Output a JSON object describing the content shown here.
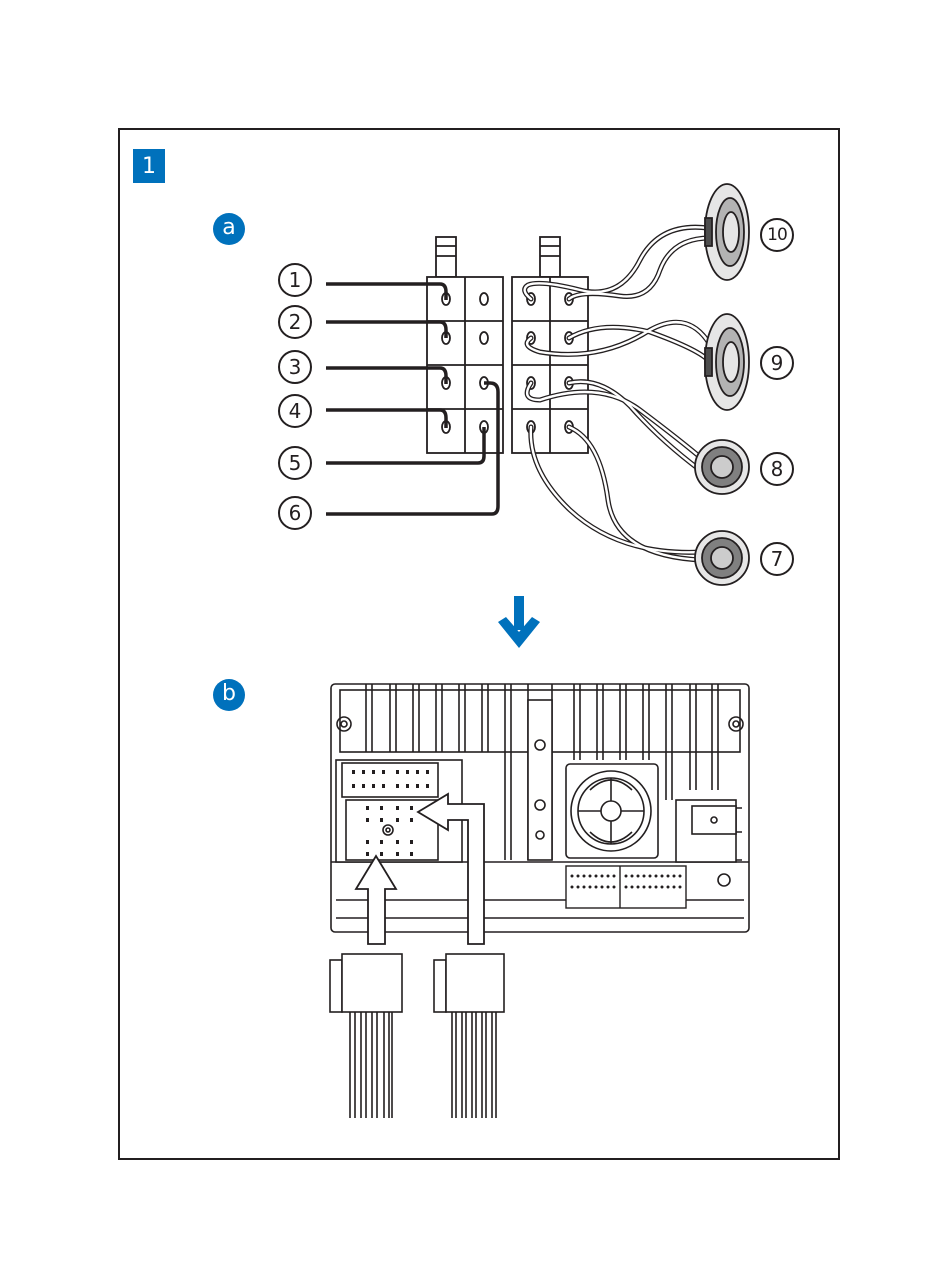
{
  "figure": {
    "number": "1",
    "accent_color": "#0071bc"
  },
  "sections": [
    {
      "label": "a"
    },
    {
      "label": "b"
    }
  ],
  "callouts": [
    "1",
    "2",
    "3",
    "4",
    "5",
    "6",
    "7",
    "8",
    "9",
    "10"
  ],
  "arrow_icon": "arrow-down-icon"
}
